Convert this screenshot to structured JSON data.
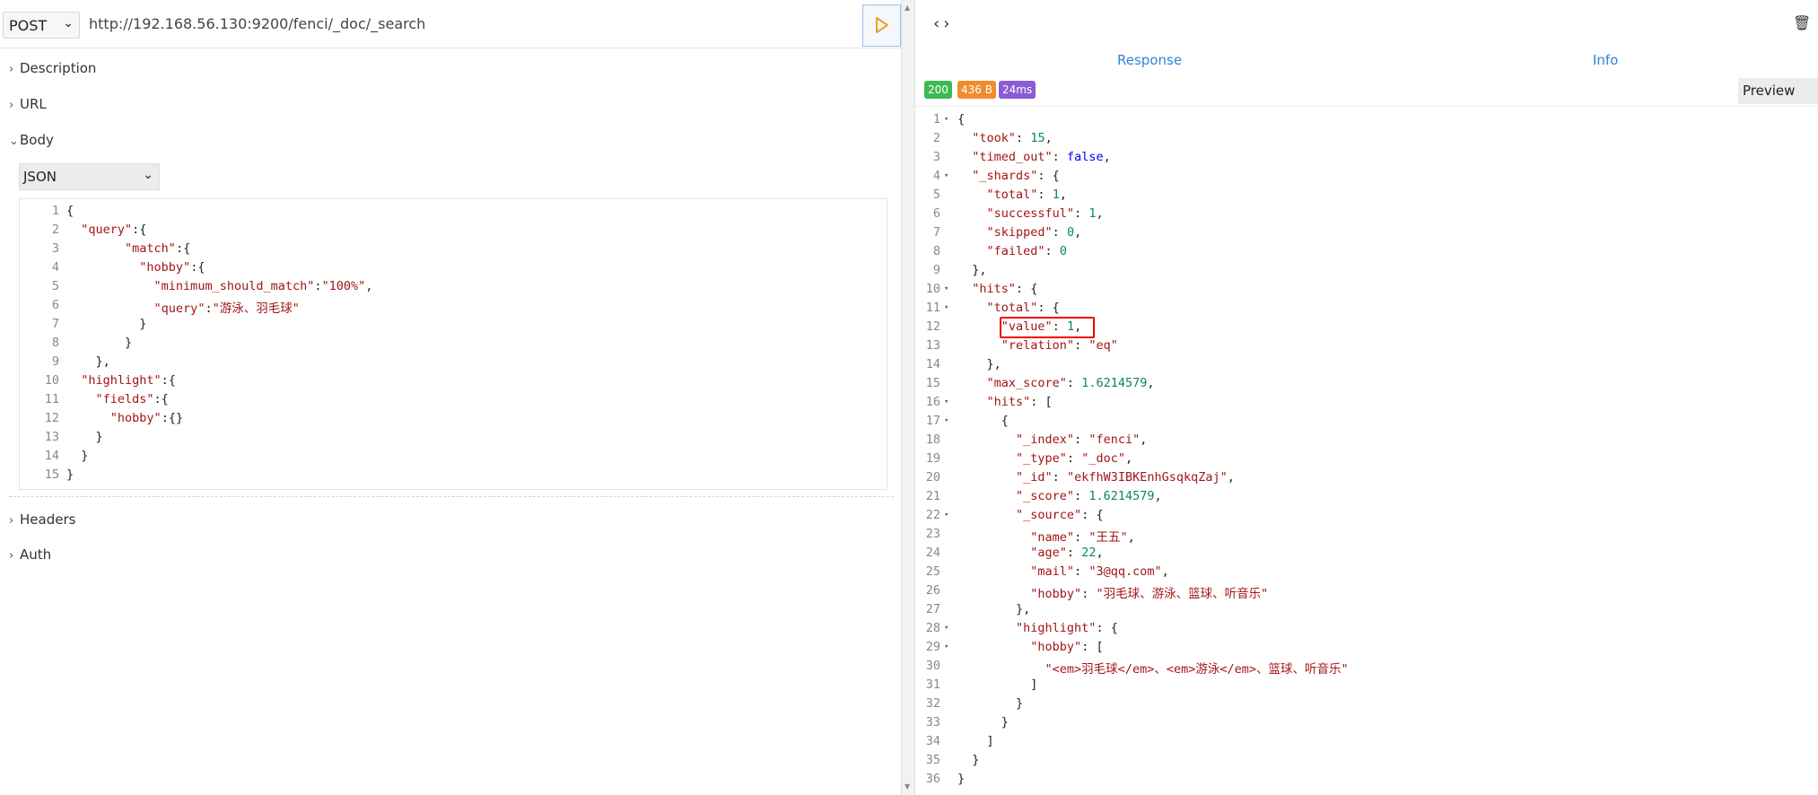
{
  "request": {
    "method": "POST",
    "url": "http://192.168.56.130:9200/fenci/_doc/_search",
    "send_icon": "play-icon"
  },
  "sections": {
    "description": "Description",
    "url": "URL",
    "body": "Body",
    "headers": "Headers",
    "auth": "Auth"
  },
  "body_type": "JSON",
  "request_body": [
    {
      "n": "1",
      "html": "{"
    },
    {
      "n": "2",
      "html": "  <span class=\"key\">\"query\"</span>:{"
    },
    {
      "n": "3",
      "html": "        <span class=\"key\">\"match\"</span>:{"
    },
    {
      "n": "4",
      "html": "          <span class=\"key\">\"hobby\"</span>:{"
    },
    {
      "n": "5",
      "html": "            <span class=\"key\">\"minimum_should_match\"</span>:<span class=\"str\">\"100%\"</span>,"
    },
    {
      "n": "6",
      "html": "            <span class=\"key\">\"query\"</span>:<span class=\"str\">\"游泳、羽毛球\"</span>"
    },
    {
      "n": "7",
      "html": "          }"
    },
    {
      "n": "8",
      "html": "        }"
    },
    {
      "n": "9",
      "html": "    },"
    },
    {
      "n": "10",
      "html": "  <span class=\"key\">\"highlight\"</span>:{"
    },
    {
      "n": "11",
      "html": "    <span class=\"key\">\"fields\"</span>:{"
    },
    {
      "n": "12",
      "html": "      <span class=\"key\">\"hobby\"</span>:{}"
    },
    {
      "n": "13",
      "html": "    }"
    },
    {
      "n": "14",
      "html": "  }"
    },
    {
      "n": "15",
      "html": "}"
    }
  ],
  "response_tabs": {
    "response": "Response",
    "info": "Info"
  },
  "status": {
    "code": "200",
    "size": "436 B",
    "time": "24ms",
    "colors": {
      "code": "#3cba54",
      "size": "#f08c2e",
      "time": "#8b5cd6"
    }
  },
  "preview_label": "Preview",
  "response_body": [
    {
      "n": "1",
      "fold": "▾",
      "html": "{"
    },
    {
      "n": "2",
      "fold": "",
      "html": "  <span class=\"key\">\"took\"</span>: <span class=\"num\">15</span>,"
    },
    {
      "n": "3",
      "fold": "",
      "html": "  <span class=\"key\">\"timed_out\"</span>: <span class=\"kw\">false</span>,"
    },
    {
      "n": "4",
      "fold": "▾",
      "html": "  <span class=\"key\">\"_shards\"</span>: {"
    },
    {
      "n": "5",
      "fold": "",
      "html": "    <span class=\"key\">\"total\"</span>: <span class=\"num\">1</span>,"
    },
    {
      "n": "6",
      "fold": "",
      "html": "    <span class=\"key\">\"successful\"</span>: <span class=\"num\">1</span>,"
    },
    {
      "n": "7",
      "fold": "",
      "html": "    <span class=\"key\">\"skipped\"</span>: <span class=\"num\">0</span>,"
    },
    {
      "n": "8",
      "fold": "",
      "html": "    <span class=\"key\">\"failed\"</span>: <span class=\"num\">0</span>"
    },
    {
      "n": "9",
      "fold": "",
      "html": "  },"
    },
    {
      "n": "10",
      "fold": "▾",
      "html": "  <span class=\"key\">\"hits\"</span>: {"
    },
    {
      "n": "11",
      "fold": "▾",
      "html": "    <span class=\"key\">\"total\"</span>: {"
    },
    {
      "n": "12",
      "fold": "",
      "html": "      <span class=\"key\">\"value\"</span>: <span class=\"num\">1</span>,"
    },
    {
      "n": "13",
      "fold": "",
      "html": "      <span class=\"key\">\"relation\"</span>: <span class=\"str\">\"eq\"</span>"
    },
    {
      "n": "14",
      "fold": "",
      "html": "    },"
    },
    {
      "n": "15",
      "fold": "",
      "html": "    <span class=\"key\">\"max_score\"</span>: <span class=\"num\">1.6214579</span>,"
    },
    {
      "n": "16",
      "fold": "▾",
      "html": "    <span class=\"key\">\"hits\"</span>: ["
    },
    {
      "n": "17",
      "fold": "▾",
      "html": "      {"
    },
    {
      "n": "18",
      "fold": "",
      "html": "        <span class=\"key\">\"_index\"</span>: <span class=\"str\">\"fenci\"</span>,"
    },
    {
      "n": "19",
      "fold": "",
      "html": "        <span class=\"key\">\"_type\"</span>: <span class=\"str\">\"_doc\"</span>,"
    },
    {
      "n": "20",
      "fold": "",
      "html": "        <span class=\"key\">\"_id\"</span>: <span class=\"str\">\"ekfhW3IBKEnhGsqkqZaj\"</span>,"
    },
    {
      "n": "21",
      "fold": "",
      "html": "        <span class=\"key\">\"_score\"</span>: <span class=\"num\">1.6214579</span>,"
    },
    {
      "n": "22",
      "fold": "▾",
      "html": "        <span class=\"key\">\"_source\"</span>: {"
    },
    {
      "n": "23",
      "fold": "",
      "html": "          <span class=\"key\">\"name\"</span>: <span class=\"str\">\"王五\"</span>,"
    },
    {
      "n": "24",
      "fold": "",
      "html": "          <span class=\"key\">\"age\"</span>: <span class=\"num\">22</span>,"
    },
    {
      "n": "25",
      "fold": "",
      "html": "          <span class=\"key\">\"mail\"</span>: <span class=\"str\">\"3@qq.com\"</span>,"
    },
    {
      "n": "26",
      "fold": "",
      "html": "          <span class=\"key\">\"hobby\"</span>: <span class=\"str\">\"羽毛球、游泳、篮球、听音乐\"</span>"
    },
    {
      "n": "27",
      "fold": "",
      "html": "        },"
    },
    {
      "n": "28",
      "fold": "▾",
      "html": "        <span class=\"key\">\"highlight\"</span>: {"
    },
    {
      "n": "29",
      "fold": "▾",
      "html": "          <span class=\"key\">\"hobby\"</span>: ["
    },
    {
      "n": "30",
      "fold": "",
      "html": "            <span class=\"str\">\"&lt;em&gt;羽毛球&lt;/em&gt;、&lt;em&gt;游泳&lt;/em&gt;、篮球、听音乐\"</span>"
    },
    {
      "n": "31",
      "fold": "",
      "html": "          ]"
    },
    {
      "n": "32",
      "fold": "",
      "html": "        }"
    },
    {
      "n": "33",
      "fold": "",
      "html": "      }"
    },
    {
      "n": "34",
      "fold": "",
      "html": "    ]"
    },
    {
      "n": "35",
      "fold": "",
      "html": "  }"
    },
    {
      "n": "36",
      "fold": "",
      "html": "}"
    }
  ]
}
